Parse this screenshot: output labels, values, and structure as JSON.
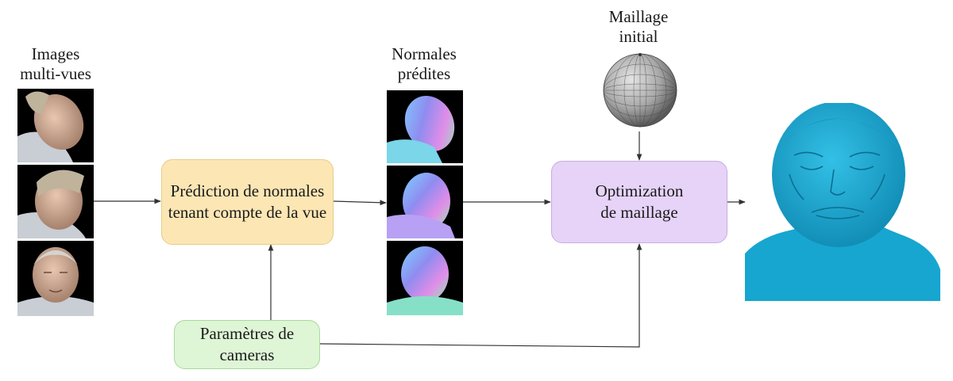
{
  "labels": {
    "multiview_images": [
      "Images",
      "multi-vues"
    ],
    "predicted_normals": [
      "Normales",
      "prédites"
    ],
    "initial_mesh": [
      "Maillage",
      "initial"
    ]
  },
  "boxes": {
    "normal_prediction": [
      "Prédiction de normales",
      "tenant compte de la vue"
    ],
    "mesh_optimization": [
      "Optimization",
      "de maillage"
    ],
    "camera_parameters": [
      "Paramètres de",
      "cameras"
    ]
  },
  "colors": {
    "yellow_box": "#fce6b4",
    "purple_box": "#e6d3f7",
    "green_box": "#def5d6",
    "arrow": "#333333",
    "result_mesh": "#17a6cf"
  }
}
